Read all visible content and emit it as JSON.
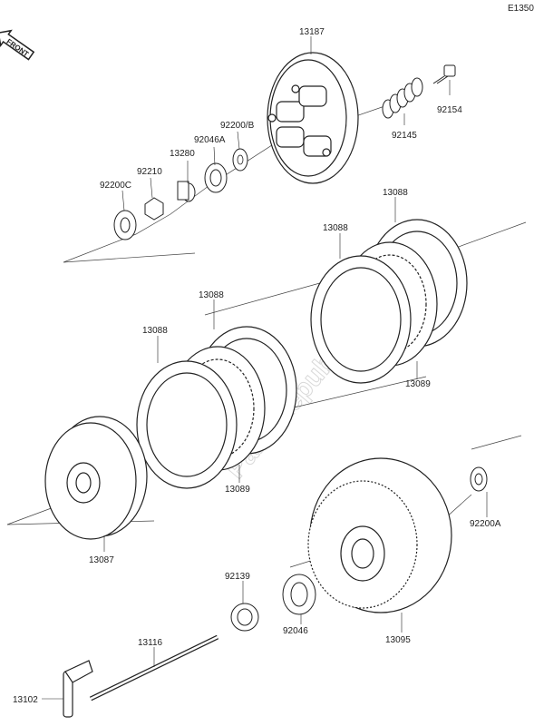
{
  "diagram_code": "E1350",
  "front_badge": "FRONT",
  "watermark": "PartsRepublik",
  "parts": {
    "p13187": "13187",
    "p92154": "92154",
    "p92145": "92145",
    "p92200B": "92200/B",
    "p92046A": "92046A",
    "p13280": "13280",
    "p92210": "92210",
    "p92200C": "92200C",
    "p13088a": "13088",
    "p13088b": "13088",
    "p13088c": "13088",
    "p13088d": "13088",
    "p13089a": "13089",
    "p13089b": "13089",
    "p13087": "13087",
    "p92200A": "92200A",
    "p92139": "92139",
    "p92046": "92046",
    "p13095": "13095",
    "p13116": "13116",
    "p13102": "13102"
  },
  "colors": {
    "line": "#222222",
    "watermark": "#d9d9d9"
  }
}
